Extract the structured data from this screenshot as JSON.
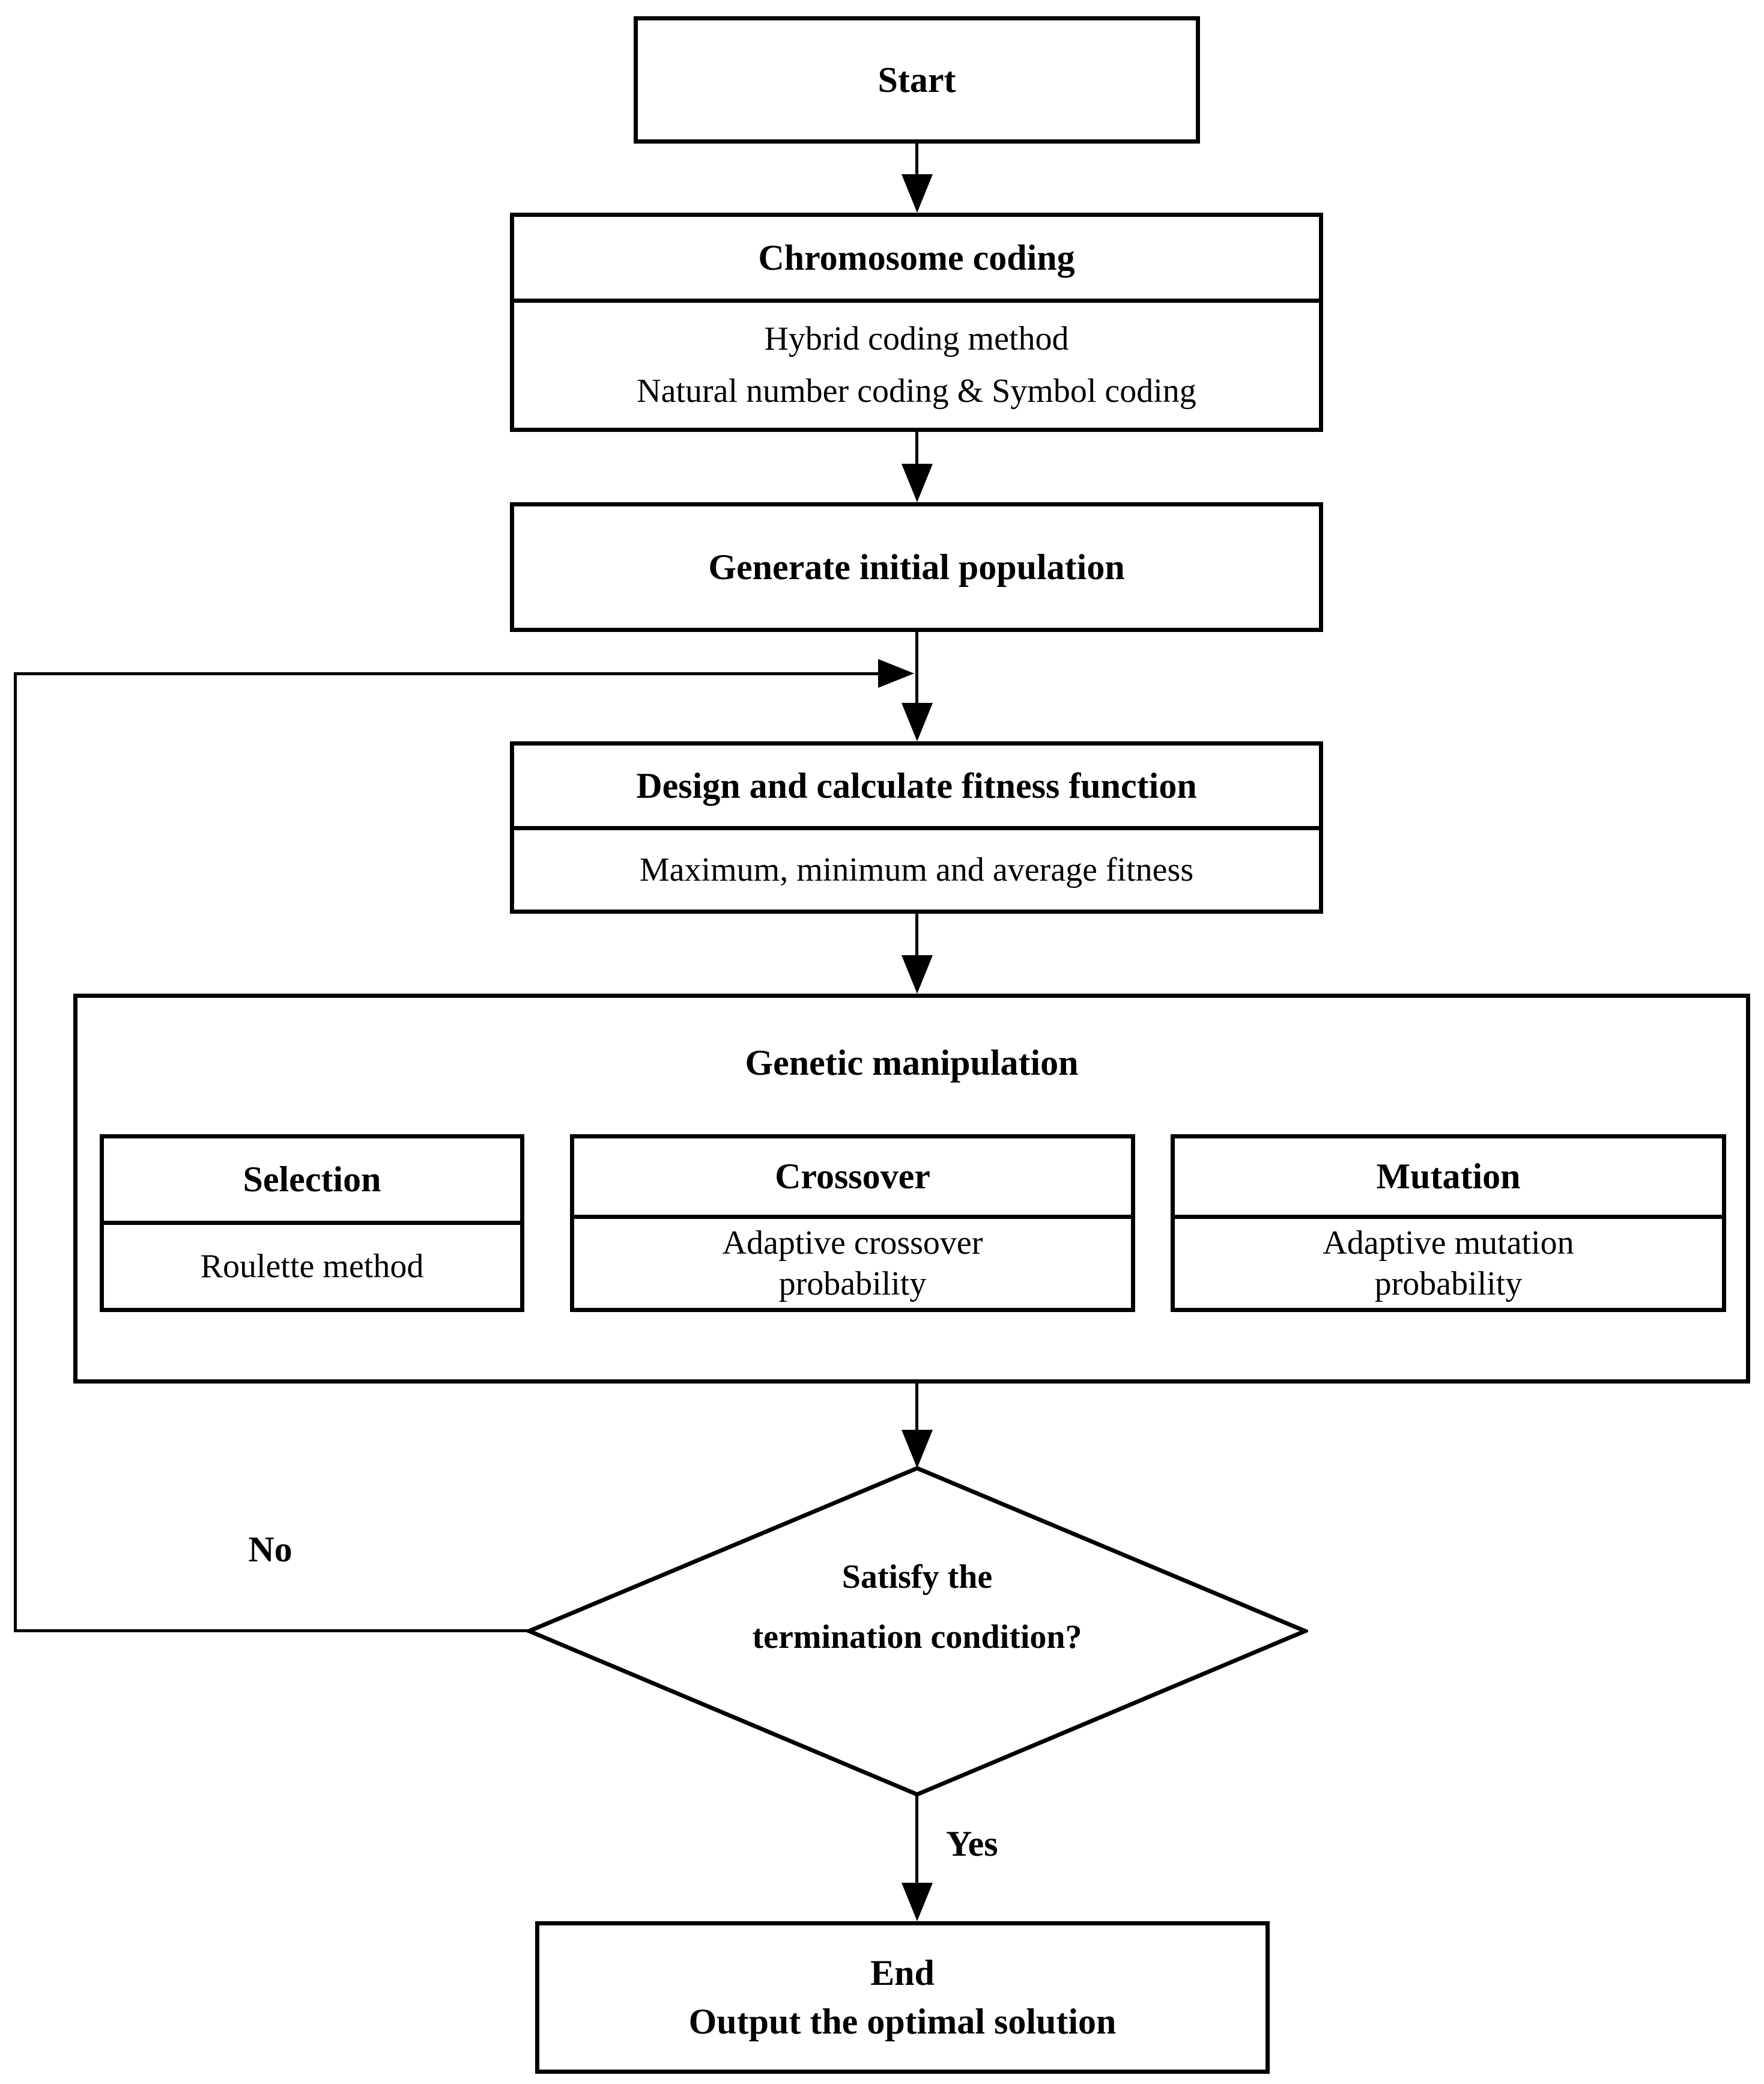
{
  "nodes": {
    "start": {
      "label": "Start"
    },
    "chromosome_coding": {
      "title": "Chromosome coding",
      "body_line1": "Hybrid coding method",
      "body_line2": "Natural number coding & Symbol coding"
    },
    "generate_initial_population": {
      "label": "Generate initial population"
    },
    "fitness_function": {
      "title": "Design and calculate fitness function",
      "body": "Maximum, minimum and average fitness"
    },
    "genetic_manipulation": {
      "title": "Genetic manipulation"
    },
    "selection": {
      "title": "Selection",
      "body": "Roulette method"
    },
    "crossover": {
      "title": "Crossover",
      "body_line1": "Adaptive crossover",
      "body_line2": "probability"
    },
    "mutation": {
      "title": "Mutation",
      "body_line1": "Adaptive mutation",
      "body_line2": "probability"
    },
    "decision": {
      "line1": "Satisfy the",
      "line2": "termination condition?"
    },
    "end": {
      "line1": "End",
      "line2": "Output the optimal solution"
    }
  },
  "edges": {
    "no_label": "No",
    "yes_label": "Yes"
  },
  "colors": {
    "line": "#000000",
    "background": "#ffffff"
  }
}
